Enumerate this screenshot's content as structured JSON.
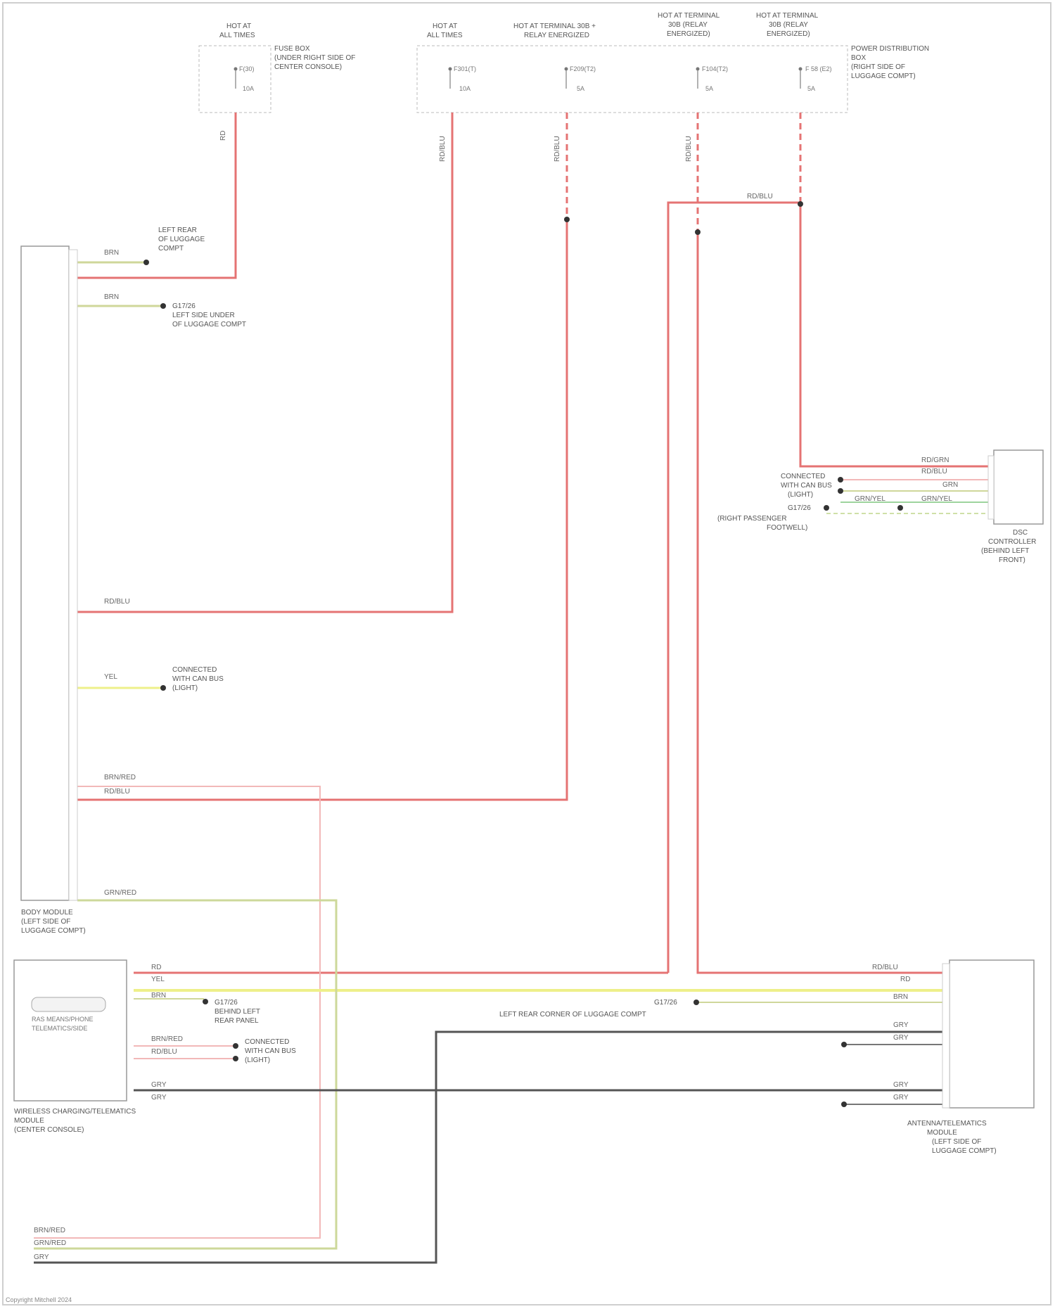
{
  "diagram": {
    "fuse_boxes": [
      {
        "id": "fb1",
        "header": [
          "HOT AT",
          "ALL TIMES"
        ],
        "desc": [
          "FUSE BOX",
          "(UNDER RIGHT SIDE OF",
          "CENTER CONSOLE)"
        ],
        "fuse": "F(30)",
        "amp": "10A",
        "pin": "X"
      },
      {
        "id": "fb2",
        "header": [
          "HOT AT",
          "ALL TIMES"
        ],
        "fuse": "F301(T)",
        "amp": "10A",
        "pin": "X"
      },
      {
        "id": "fb3",
        "header": [
          "HOT AT TERMINAL 30B +",
          "RELAY ENERGIZED"
        ],
        "fuse": "F209(T2)",
        "amp": "5A",
        "pin": "X"
      },
      {
        "id": "fb4",
        "header": [
          "HOT AT TERMINAL",
          "30B (RELAY",
          "ENERGIZED)"
        ],
        "fuse": "F104(T2)",
        "amp": "5A",
        "pin": "X"
      },
      {
        "id": "fb5",
        "header": [
          "HOT AT TERMINAL",
          "30B (RELAY",
          "ENERGIZED)"
        ],
        "fuse": "F 58 (E2)",
        "amp": "5A",
        "pin": "X"
      }
    ],
    "power_distribution_label": [
      "POWER DISTRIBUTION",
      "BOX",
      "(RIGHT SIDE OF",
      "LUGGAGE COMPT)"
    ],
    "body_module": {
      "name": [
        "BODY MODULE",
        "(LEFT SIDE OF",
        "LUGGAGE COMPT)"
      ]
    },
    "wire_labels": [
      "RD",
      "BRN",
      "RD/BLU",
      "RD/BLU",
      "RD/BLU",
      "RD/BLU",
      "RD/BLU",
      "BRN",
      "YEL",
      "BRN/RED",
      "RD/BLU",
      "GRN/RED",
      "RD/BLU"
    ],
    "ground_labels": [
      [
        "LEFT REAR",
        "OF LUGGAGE",
        "COMPT"
      ],
      [
        "G17/26",
        "LEFT SIDE UNDER",
        "OF LUGGAGE COMPT"
      ],
      [
        "CONNECTED",
        "WITH CAN BUS",
        "(LIGHT)"
      ],
      [
        "G17/26",
        "BEHIND LEFT",
        "REAR PANEL"
      ],
      [
        "CONNECTED",
        "WITH CAN BUS",
        "(LIGHT)"
      ]
    ],
    "dsc": {
      "name": [
        "DSC",
        "CONTROLLER",
        "(BEHIND LEFT",
        "FRONT)"
      ],
      "wires": [
        "RD/GRN",
        "RD/BLU",
        "GRN",
        "GRN/YEL",
        "GRN/YEL"
      ],
      "left_labels": [
        "CONNECTED",
        "WITH CAN BUS",
        "(LIGHT)"
      ],
      "ground_lbl": [
        "G17/26",
        "(RIGHT PASSENGER",
        "FOOTWELL)"
      ]
    },
    "wcm": {
      "name": [
        "WIRELESS CHARGING/TELEMATICS",
        "MODULE",
        "(CENTER CONSOLE)"
      ],
      "inner": [
        "RAS MEANS/PHONE",
        "TELEMATICS/SIDE"
      ],
      "wires": [
        "RD",
        "YEL",
        "BRN",
        "BRN/RED",
        "RD/BLU",
        "GRY",
        "GRY"
      ]
    },
    "antenna": {
      "name": [
        "ANTENNA/TELEMATICS",
        "MODULE",
        "(LEFT SIDE OF",
        "LUGGAGE COMPT)"
      ],
      "wires": [
        "RD/BLU",
        "RD",
        "BRN",
        "GRY",
        "GRY",
        "GRY",
        "GRY"
      ]
    },
    "center_ground": [
      "G17/26",
      "LEFT REAR CORNER OF LUGGAGE COMPT"
    ],
    "bottom_wires": [
      "BRN/RED",
      "GRN/RED",
      "GRY"
    ],
    "footer": "Copyright Mitchell 2024"
  }
}
